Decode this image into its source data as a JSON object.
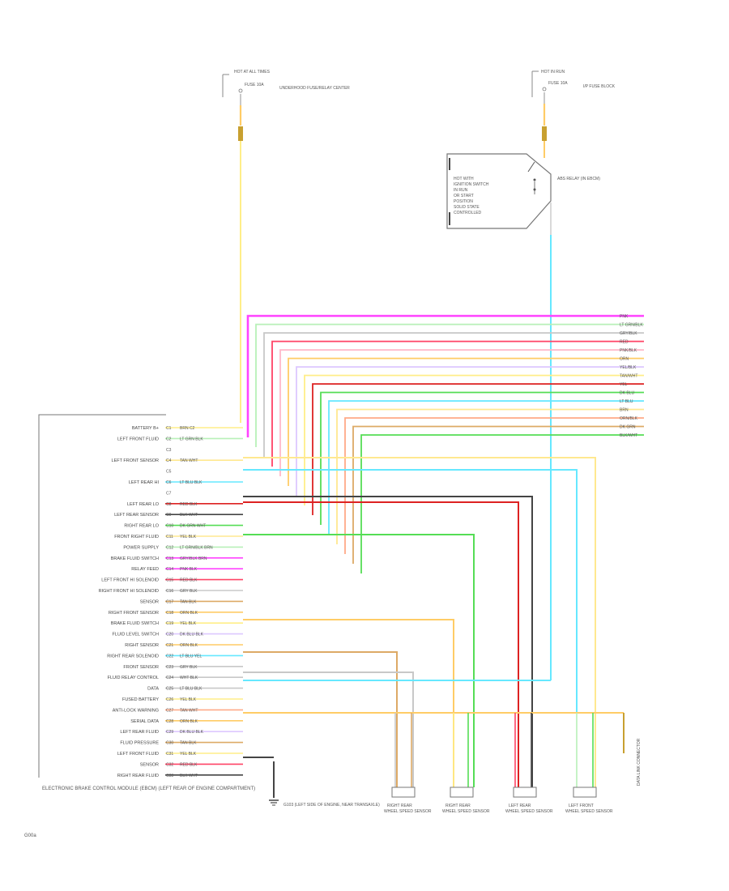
{
  "page": {
    "footer_code": "G00a",
    "footnote": "ELECTRONIC BRAKE CONTROL MODULE (EBCM) (LEFT REAR OF ENGINE COMPARTMENT)"
  },
  "fuses": [
    {
      "id": "fuse-left",
      "title": "HOT AT ALL TIMES",
      "rating": "FUSE 10A",
      "location": "UNDERHOOD FUSE/RELAY CENTER"
    },
    {
      "id": "fuse-right",
      "title": "HOT IN RUN",
      "rating": "FUSE 10A",
      "location": "I/P FUSE BLOCK"
    }
  ],
  "relay_box": {
    "label": "ABS RELAY (IN EBCM)",
    "note_lines": [
      "HOT WITH",
      "IGNITION SWITCH",
      "IN RUN",
      "OR START",
      "POSITION",
      "SOLID STATE",
      "CONTROLLED"
    ]
  },
  "wire_colors": {
    "pink": "#ff44ff",
    "light_green": "#b8f0b8",
    "light_gray": "#c8c8c8",
    "red": "#ff4466",
    "light_pink": "#ffb8c8",
    "orange_yellow": "#ffcc66",
    "lavender": "#ddc8ff",
    "yellow": "#ffee88",
    "dark_red": "#dd2222",
    "green": "#55dd55",
    "cyan": "#66e8ff",
    "black": "#444444",
    "salmon": "#ffaa88",
    "tan": "#ddaa66",
    "light_yellow": "#ffe890"
  },
  "bus_labels": [
    "PNK",
    "LT GRN/BLK",
    "GRY/BLK",
    "RED",
    "PNK/BLK",
    "ORN",
    "YEL/BLK",
    "TAN/WHT",
    "YEL",
    "DK BLU",
    "LT BLU",
    "BRN",
    "ORN/BLK",
    "DK GRN",
    "BLK/WHT"
  ],
  "ebcm_pins": [
    {
      "pin": "C1",
      "label": "BATTERY B+",
      "wire": "BRN   C2"
    },
    {
      "pin": "C2",
      "label": "LEFT FRONT FLUID",
      "wire": "LT GRN   BLK"
    },
    {
      "pin": "C3",
      "label": "",
      "wire": ""
    },
    {
      "pin": "C4",
      "label": "LEFT FRONT SENSOR",
      "wire": "TAN   WHT"
    },
    {
      "pin": "C5",
      "label": "",
      "wire": ""
    },
    {
      "pin": "C6",
      "label": "LEFT REAR HI",
      "wire": "LT BLU   BLK"
    },
    {
      "pin": "C7",
      "label": "",
      "wire": ""
    },
    {
      "pin": "C8",
      "label": "LEFT REAR LO",
      "wire": "RED   BLK"
    },
    {
      "pin": "C9",
      "label": "LEFT REAR SENSOR",
      "wire": "BLK   WHT"
    },
    {
      "pin": "C10",
      "label": "RIGHT REAR LO",
      "wire": "DK GRN   WHT"
    },
    {
      "pin": "C11",
      "label": "FRONT RIGHT FLUID",
      "wire": "YEL   BLK"
    },
    {
      "pin": "C12",
      "label": "POWER SUPPLY",
      "wire": "LT GRN/BLK   BRN"
    },
    {
      "pin": "C13",
      "label": "BRAKE FLUID SWITCH",
      "wire": "GRY/BLK   BRN"
    },
    {
      "pin": "C14",
      "label": "RELAY FEED",
      "wire": "PNK   BLK"
    },
    {
      "pin": "C15",
      "label": "LEFT FRONT HI SOLENOID",
      "wire": "RED   BLK"
    },
    {
      "pin": "C16",
      "label": "RIGHT FRONT HI SOLENOID",
      "wire": "GRY   BLK"
    },
    {
      "pin": "C17",
      "label": "SENSOR",
      "wire": "TAN   BLK"
    },
    {
      "pin": "C18",
      "label": "RIGHT FRONT SENSOR",
      "wire": "ORN   BLK"
    },
    {
      "pin": "C19",
      "label": "BRAKE FLUID SWITCH",
      "wire": "YEL   BLK"
    },
    {
      "pin": "C20",
      "label": "FLUID LEVEL SWITCH",
      "wire": "DK BLU   BLK"
    },
    {
      "pin": "C21",
      "label": "RIGHT SENSOR",
      "wire": "ORN   BLK"
    },
    {
      "pin": "C22",
      "label": "RIGHT REAR SOLENOID",
      "wire": "LT BLU   YEL"
    },
    {
      "pin": "C23",
      "label": "FRONT SENSOR",
      "wire": "GRY   BLK"
    },
    {
      "pin": "C24",
      "label": "FLUID RELAY CONTROL",
      "wire": "WHT   BLK"
    },
    {
      "pin": "C25",
      "label": "DATA",
      "wire": "LT BLU   BLK"
    },
    {
      "pin": "C26",
      "label": "FUSED BATTERY",
      "wire": "YEL   BLK"
    },
    {
      "pin": "C27",
      "label": "ANTI-LOCK WARNING",
      "wire": "TAN   WHT"
    },
    {
      "pin": "C28",
      "label": "SERIAL DATA",
      "wire": "ORN   BLK"
    },
    {
      "pin": "C29",
      "label": "LEFT REAR FLUID",
      "wire": "DK BLU   BLK"
    },
    {
      "pin": "C30",
      "label": "FLUID PRESSURE",
      "wire": "TAN   BLK"
    },
    {
      "pin": "C31",
      "label": "LEFT FRONT FLUID",
      "wire": "YEL   BLK"
    },
    {
      "pin": "C32",
      "label": "SENSOR",
      "wire": "RED   BLK"
    },
    {
      "pin": "C33",
      "label": "RIGHT REAR FLUID",
      "wire": "BLK   WHT"
    }
  ],
  "ground": {
    "label": "G103 (LEFT SIDE OF ENGINE, NEAR TRANSAXLE)"
  },
  "sensors": [
    {
      "name": "RIGHT REAR",
      "sub": "WHEEL SPEED SENSOR"
    },
    {
      "name": "RIGHT REAR",
      "sub": "WHEEL SPEED SENSOR"
    },
    {
      "name": "LEFT REAR",
      "sub": "WHEEL SPEED SENSOR"
    },
    {
      "name": "LEFT FRONT",
      "sub": "WHEEL SPEED SENSOR"
    }
  ],
  "side_connector": {
    "label": "DATA LINK CONNECTOR"
  }
}
